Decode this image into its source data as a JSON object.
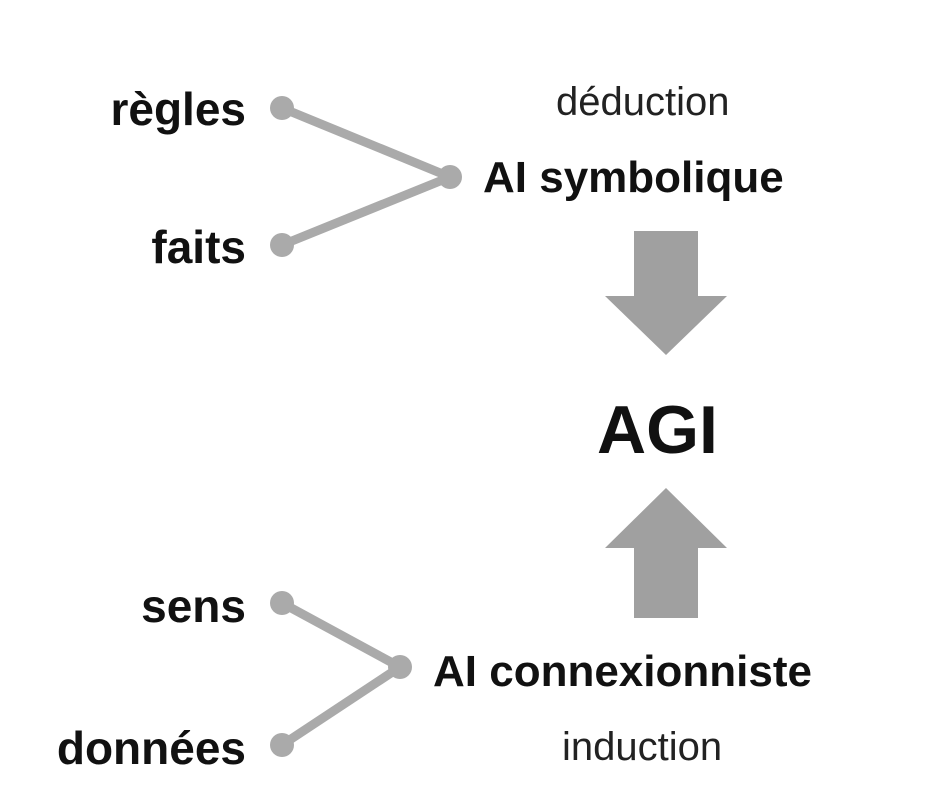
{
  "symbolic": {
    "inputs": [
      "règles",
      "faits"
    ],
    "approach": "AI symbolique",
    "method": "déduction"
  },
  "connectionist": {
    "inputs": [
      "sens",
      "données"
    ],
    "approach": "AI connexionniste",
    "method": "induction"
  },
  "goal": "AGI",
  "colors": {
    "connector": "#aaaaaa",
    "arrow": "#a0a0a0",
    "text": "#111111"
  }
}
